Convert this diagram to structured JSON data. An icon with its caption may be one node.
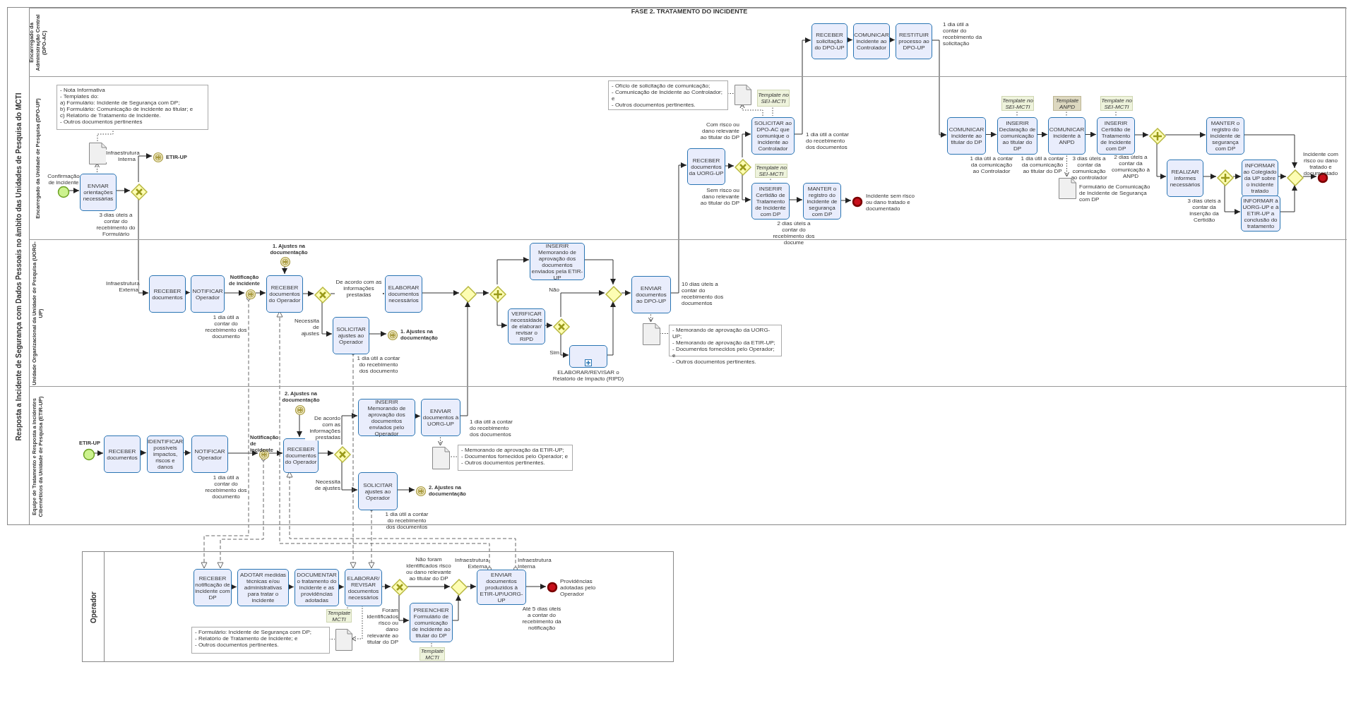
{
  "diagram": {
    "title": "FASE 2. TRATAMENTO DO INCIDENTE",
    "nodes": [
      {
        "text": [
          "Resposta a Incidente de Segurança com Dados Pessoais no âmbito das Unidades de Pesquisa do MCTI"
        ]
      },
      {
        "text": [
          "Encarregado da Administração Central (DPO-AC)"
        ],
        "in": 0
      },
      {
        "text": [
          "Encarregado da Unidade de Pesquisa (DPO-UP)"
        ],
        "in": 0
      },
      {
        "text": [
          "Unidade Organizacional da Unidade de Pesquisa (UORG-UP)"
        ],
        "in": 0
      },
      {
        "text": [
          "Equipe de Tratamento e Resposta a Incidentes Cibernéticos da Unidade de Pesquisa (ETIR-UP)"
        ],
        "in": 0
      },
      {
        "text": [
          "Operador"
        ]
      },
      {
        "text": [
          "RECEBER solicitação do DPO-UP"
        ],
        "in": 1
      },
      {
        "text": [
          "COMUNICAR incidente ao Controlador"
        ],
        "in": 1
      },
      {
        "text": [
          "RESTITUIR processo ao DPO-UP"
        ],
        "in": 1,
        "beside": [
          "1 dia útil a contar do recebimento da solicitação"
        ]
      },
      {
        "text": [
          "- Nota Informativa",
          "- Templates do:",
          "a) Formulário: Incidente de Segurança com DP;",
          "b) Formulário: Comunicação de incidente ao titular; e",
          "c) Relatório de Tratamento de Incidente.",
          "- Outros documentos pertinentes"
        ],
        "in": 2
      },
      {
        "text": [],
        "shape": "document",
        "in": 2
      },
      {
        "text": [],
        "shape": "circle",
        "in": 2,
        "beside": [
          "Confirmação de incidente"
        ]
      },
      {
        "text": [
          "ENVIAR orientações necessárias"
        ],
        "in": 2,
        "beside": [
          "3 dias úteis a contar do recebimento do Formulário"
        ]
      },
      {
        "text": [],
        "shape": "diamond",
        "in": 2
      },
      {
        "text": [],
        "shape": "circle",
        "in": 2,
        "beside": [
          "ETIR-UP"
        ]
      },
      {
        "text": [
          "- Ofício de solicitação de comunicação;",
          "- Comunicação de Incidente ao Controlador; e",
          "- Outros documentos pertinentes."
        ],
        "in": 2
      },
      {
        "text": [],
        "shape": "document",
        "in": 2
      },
      {
        "text": [
          "Template no SEI-MCTI"
        ],
        "in": 2
      },
      {
        "text": [
          "RECEBER documentos da UORG-UP"
        ],
        "in": 2
      },
      {
        "text": [],
        "shape": "diamond",
        "in": 2
      },
      {
        "text": [
          "SOLICITAR ao DPO-AC que comunique o incidente ao Controlador"
        ],
        "in": 2,
        "beside": [
          "1 dia útil a contar do recebimento dos documentos"
        ]
      },
      {
        "text": [
          "Template no SEI-MCTI"
        ],
        "in": 2
      },
      {
        "text": [
          "INSERIR Certidão de Tratamento de Incidente com DP"
        ],
        "in": 2,
        "beside": [
          "2 dias úteis a contar do recebimento dos docume"
        ]
      },
      {
        "text": [
          "MANTER o registro do incidente de segurança com DP"
        ],
        "in": 2
      },
      {
        "text": [],
        "shape": "circle",
        "in": 2,
        "beside": [
          "Incidente sem risco ou dano tratado e documentado"
        ]
      },
      {
        "text": [
          "COMUNICAR incidente ao titular do DP"
        ],
        "in": 2,
        "beside": [
          "1 dia útil a contar da comunicação ao Controlador"
        ]
      },
      {
        "text": [
          "Template no SEI-MCTI"
        ],
        "in": 2
      },
      {
        "text": [
          "INSERIR Declaração de comunicação ao titular do DP"
        ],
        "in": 2,
        "beside": [
          "1 dia útil a contar da comunicação ao titular do DP"
        ]
      },
      {
        "text": [
          "Template ANPD"
        ],
        "in": 2
      },
      {
        "text": [
          "COMUNICAR incidente à ANPD"
        ],
        "in": 2,
        "beside": [
          "3 dias úteis a contar da comunicação ao controlador"
        ]
      },
      {
        "text": [],
        "shape": "document",
        "in": 2,
        "beside": [
          "Formulário de Comunicação de Incidente de Segurança com DP"
        ]
      },
      {
        "text": [
          "Template no SEI-MCTI"
        ],
        "in": 2
      },
      {
        "text": [
          "INSERIR Certidão de Tratamento de Incidente com DP"
        ],
        "in": 2,
        "beside": [
          "2 dias úteis a contar da comunicação à ANPD"
        ]
      },
      {
        "text": [],
        "shape": "diamond",
        "in": 2
      },
      {
        "text": [
          "MANTER o registro do incidente de segurança com DP"
        ],
        "in": 2
      },
      {
        "text": [
          "REALIZAR informes necessários"
        ],
        "in": 2,
        "beside": [
          "3 dias úteis a contar da inserção da Certidão"
        ]
      },
      {
        "text": [],
        "shape": "diamond",
        "in": 2
      },
      {
        "text": [
          "INFORMAR ao Colegiado da UP sobre o incidente tratado"
        ],
        "in": 2
      },
      {
        "text": [
          "INFORMAR à UORG-UP e à ETIR-UP a conclusão do tratamento"
        ],
        "in": 2
      },
      {
        "text": [],
        "shape": "diamond",
        "in": 2
      },
      {
        "text": [],
        "shape": "circle",
        "in": 2,
        "beside": [
          "Incidente com risco ou dano tratado e documentado"
        ]
      },
      {
        "text": [
          "RECEBER documentos"
        ],
        "in": 3
      },
      {
        "text": [
          "NOTIFICAR Operador"
        ],
        "in": 3,
        "beside": [
          "1 dia útil a contar do recebimento dos documento"
        ]
      },
      {
        "text": [],
        "shape": "circle",
        "in": 3,
        "beside": [
          "Notificação de incidente"
        ]
      },
      {
        "text": [],
        "shape": "circle",
        "in": 3,
        "beside": [
          "1. Ajustes na documentação"
        ]
      },
      {
        "text": [
          "RECEBER documentos do Operador"
        ],
        "in": 3
      },
      {
        "text": [],
        "shape": "diamond",
        "in": 3
      },
      {
        "text": [
          "ELABORAR documentos necessários"
        ],
        "in": 3
      },
      {
        "text": [
          "SOLICITAR ajustes ao Operador"
        ],
        "in": 3,
        "beside": [
          "1 dia útil a contar do recebimento dos documento"
        ]
      },
      {
        "text": [],
        "shape": "circle",
        "in": 3,
        "beside": [
          "1. Ajustes na documentação"
        ]
      },
      {
        "text": [],
        "shape": "diamond",
        "in": 3
      },
      {
        "text": [],
        "shape": "diamond",
        "in": 3
      },
      {
        "text": [
          "INSERIR Memorando de aprovação dos documentos enviados pela ETIR-UP"
        ],
        "in": 3
      },
      {
        "text": [
          "VERIFICAR necessidade de elaborar/ revisar o RIPD"
        ],
        "in": 3
      },
      {
        "text": [],
        "shape": "diamond",
        "in": 3
      },
      {
        "text": [
          "ELABORAR/REVISAR o Relatório de Impacto (RIPD)"
        ],
        "in": 3
      },
      {
        "text": [],
        "shape": "diamond",
        "in": 3
      },
      {
        "text": [
          "ENVIAR documentos ao DPO-UP"
        ],
        "in": 3,
        "beside": [
          "10 dias úteis a contar do recebimento dos documentos"
        ]
      },
      {
        "text": [],
        "shape": "document",
        "in": 3
      },
      {
        "text": [
          "- Memorando de aprovação da UORG-UP;",
          "- Memorando de aprovação da ETIR-UP;",
          "- Documentos fornecidos pelo Operador; e",
          "- Outros documentos pertinentes."
        ],
        "in": 3
      },
      {
        "text": [],
        "shape": "circle",
        "in": 4,
        "beside": [
          "ETIR-UP"
        ]
      },
      {
        "text": [
          "RECEBER documentos"
        ],
        "in": 4
      },
      {
        "text": [
          "IDENTIFICAR possíveis impactos, riscos e danos"
        ],
        "in": 4
      },
      {
        "text": [
          "NOTIFICAR Operador"
        ],
        "in": 4,
        "beside": [
          "1 dia útil a contar do recebimento dos documento"
        ]
      },
      {
        "text": [],
        "shape": "circle",
        "in": 4,
        "beside": [
          "Notificação de incidente"
        ]
      },
      {
        "text": [],
        "shape": "circle",
        "in": 4,
        "beside": [
          "2. Ajustes na documentação"
        ]
      },
      {
        "text": [
          "RECEBER documentos do Operador"
        ],
        "in": 4
      },
      {
        "text": [],
        "shape": "diamond",
        "in": 4
      },
      {
        "text": [
          "INSERIR Memorando de aprovação dos documentos enviados pelo Operador"
        ],
        "in": 4
      },
      {
        "text": [
          "ENVIAR documentos à UORG-UP"
        ],
        "in": 4,
        "beside": [
          "1 dia útil a contar do recebimento dos documentos"
        ]
      },
      {
        "text": [],
        "shape": "document",
        "in": 4
      },
      {
        "text": [
          "- Memorando de aprovação da ETIR-UP;",
          "- Documentos fornecidos pelo Operador; e",
          "- Outros documentos pertinentes."
        ],
        "in": 4
      },
      {
        "text": [
          "SOLICITAR ajustes ao Operador"
        ],
        "in": 4,
        "beside": [
          "1 dia útil a contar do recebimento dos documentos"
        ]
      },
      {
        "text": [],
        "shape": "circle",
        "in": 4,
        "beside": [
          "2. Ajustes na documentação"
        ]
      },
      {
        "text": [
          "RECEBER notificação de incidente com DP"
        ],
        "in": 5
      },
      {
        "text": [
          "ADOTAR medidas técnicas e/ou administrativas para tratar o incidente"
        ],
        "in": 5
      },
      {
        "text": [
          "DOCUMENTAR o tratamento do incidente e as providências adotadas"
        ],
        "in": 5
      },
      {
        "text": [
          "ELABORAR/ REVISAR documentos necessários"
        ],
        "in": 5
      },
      {
        "text": [
          "Template MCTI"
        ],
        "in": 5
      },
      {
        "text": [
          "- Formulário: Incidente de Segurança com DP;",
          "- Relatório de Tratamento de Incidente; e",
          "- Outros documentos pertinentes."
        ],
        "in": 5
      },
      {
        "text": [],
        "shape": "document",
        "in": 5
      },
      {
        "text": [],
        "shape": "diamond",
        "in": 5
      },
      {
        "text": [
          "PREENCHER Formulário de comunicação de incidente ao titular do DP"
        ],
        "in": 5
      },
      {
        "text": [
          "Template MCTI"
        ],
        "in": 5
      },
      {
        "text": [],
        "shape": "diamond",
        "in": 5
      },
      {
        "text": [
          "ENVIAR documentos produzidos à ETIR-UP/UORG-UP"
        ],
        "in": 5,
        "beside": [
          "Até 5 dias úteis a contar do recebimento da notificação"
        ]
      },
      {
        "text": [],
        "shape": "circle",
        "in": 5,
        "beside": [
          "Providências adotadas pelo Operador"
        ]
      }
    ],
    "edges": [
      {
        "from": 11,
        "to": 12,
        "arrow": "to"
      },
      {
        "from": 12,
        "to": 10,
        "arrow": "to",
        "style": "dashed"
      },
      {
        "from": 9,
        "to": 10,
        "arrow": "none",
        "style": "dashed"
      },
      {
        "from": 12,
        "to": 13,
        "arrow": "to"
      },
      {
        "from": 13,
        "to": 14,
        "arrow": "to",
        "label": "Infraestrutura Interna"
      },
      {
        "from": 13,
        "to": 41,
        "arrow": "to",
        "label": "Infraestrutura Externa"
      },
      {
        "from": 41,
        "to": 42,
        "arrow": "to"
      },
      {
        "from": 42,
        "to": 43,
        "arrow": "to"
      },
      {
        "from": 43,
        "to": 45,
        "arrow": "to"
      },
      {
        "from": 44,
        "to": 45,
        "arrow": "to"
      },
      {
        "from": 45,
        "to": 46,
        "arrow": "to"
      },
      {
        "from": 46,
        "to": 47,
        "arrow": "to",
        "label": "De acordo com as informações prestadas"
      },
      {
        "from": 46,
        "to": 48,
        "arrow": "to",
        "label": "Necessita de ajustes"
      },
      {
        "from": 48,
        "to": 49,
        "arrow": "to"
      },
      {
        "from": 47,
        "to": 50,
        "arrow": "to"
      },
      {
        "from": 69,
        "to": 50,
        "arrow": "to"
      },
      {
        "from": 50,
        "to": 51,
        "arrow": "to"
      },
      {
        "from": 51,
        "to": 52,
        "arrow": "to"
      },
      {
        "from": 51,
        "to": 53,
        "arrow": "to"
      },
      {
        "from": 53,
        "to": 54,
        "arrow": "to"
      },
      {
        "from": 54,
        "to": 56,
        "arrow": "to",
        "label": "Não"
      },
      {
        "from": 54,
        "to": 55,
        "arrow": "to",
        "label": "Sim"
      },
      {
        "from": 55,
        "to": 56,
        "arrow": "to"
      },
      {
        "from": 52,
        "to": 56,
        "arrow": "to"
      },
      {
        "from": 56,
        "to": 57,
        "arrow": "to"
      },
      {
        "from": 57,
        "to": 58,
        "arrow": "to",
        "style": "dashed"
      },
      {
        "from": 59,
        "to": 58,
        "arrow": "none",
        "style": "dashed"
      },
      {
        "from": 57,
        "to": 18,
        "arrow": "to"
      },
      {
        "from": 18,
        "to": 19,
        "arrow": "to"
      },
      {
        "from": 19,
        "to": 20,
        "arrow": "to",
        "label": "Com risco ou dano relevante ao titular do DP"
      },
      {
        "from": 19,
        "to": 22,
        "arrow": "to",
        "label": "Sem risco ou dano relevante ao titular do DP"
      },
      {
        "from": 20,
        "to": 16,
        "arrow": "to",
        "style": "dashed"
      },
      {
        "from": 15,
        "to": 16,
        "arrow": "none",
        "style": "dashed"
      },
      {
        "from": 17,
        "to": 20,
        "arrow": "none",
        "style": "dashed"
      },
      {
        "from": 21,
        "to": 22,
        "arrow": "none",
        "style": "dashed"
      },
      {
        "from": 22,
        "to": 23,
        "arrow": "to"
      },
      {
        "from": 23,
        "to": 24,
        "arrow": "to"
      },
      {
        "from": 20,
        "to": 6,
        "arrow": "to"
      },
      {
        "from": 6,
        "to": 7,
        "arrow": "to"
      },
      {
        "from": 7,
        "to": 8,
        "arrow": "to"
      },
      {
        "from": 8,
        "to": 25,
        "arrow": "to"
      },
      {
        "from": 25,
        "to": 27,
        "arrow": "to"
      },
      {
        "from": 26,
        "to": 27,
        "arrow": "none",
        "style": "dashed"
      },
      {
        "from": 27,
        "to": 29,
        "arrow": "to"
      },
      {
        "from": 28,
        "to": 29,
        "arrow": "none",
        "style": "dashed"
      },
      {
        "from": 29,
        "to": 30,
        "arrow": "to",
        "style": "dashed"
      },
      {
        "from": 29,
        "to": 32,
        "arrow": "to"
      },
      {
        "from": 31,
        "to": 32,
        "arrow": "none",
        "style": "dashed"
      },
      {
        "from": 32,
        "to": 33,
        "arrow": "to"
      },
      {
        "from": 33,
        "to": 34,
        "arrow": "to"
      },
      {
        "from": 33,
        "to": 35,
        "arrow": "to"
      },
      {
        "from": 35,
        "to": 36,
        "arrow": "to"
      },
      {
        "from": 36,
        "to": 37,
        "arrow": "to"
      },
      {
        "from": 36,
        "to": 38,
        "arrow": "to"
      },
      {
        "from": 37,
        "to": 39,
        "arrow": "to"
      },
      {
        "from": 38,
        "to": 39,
        "arrow": "to"
      },
      {
        "from": 34,
        "to": 39,
        "arrow": "to"
      },
      {
        "from": 39,
        "to": 40,
        "arrow": "to"
      },
      {
        "from": 60,
        "to": 61,
        "arrow": "to"
      },
      {
        "from": 61,
        "to": 62,
        "arrow": "to"
      },
      {
        "from": 62,
        "to": 63,
        "arrow": "to"
      },
      {
        "from": 63,
        "to": 64,
        "arrow": "to"
      },
      {
        "from": 64,
        "to": 66,
        "arrow": "to"
      },
      {
        "from": 65,
        "to": 66,
        "arrow": "to"
      },
      {
        "from": 66,
        "to": 67,
        "arrow": "to"
      },
      {
        "from": 67,
        "to": 68,
        "arrow": "to",
        "label": "De acordo com as informações prestadas"
      },
      {
        "from": 67,
        "to": 72,
        "arrow": "to",
        "label": "Necessita de ajustes"
      },
      {
        "from": 68,
        "to": 69,
        "arrow": "to"
      },
      {
        "from": 69,
        "to": 70,
        "arrow": "to",
        "style": "dashed"
      },
      {
        "from": 71,
        "to": 70,
        "arrow": "none",
        "style": "dashed"
      },
      {
        "from": 72,
        "to": 73,
        "arrow": "to"
      },
      {
        "from": 43,
        "to": 74,
        "arrow": "to",
        "style": "dashed"
      },
      {
        "from": 64,
        "to": 74,
        "arrow": "to",
        "style": "dashed"
      },
      {
        "from": 48,
        "to": 77,
        "arrow": "to",
        "style": "dashed"
      },
      {
        "from": 72,
        "to": 77,
        "arrow": "to",
        "style": "dashed"
      },
      {
        "from": 74,
        "to": 75,
        "arrow": "to"
      },
      {
        "from": 75,
        "to": 76,
        "arrow": "to"
      },
      {
        "from": 76,
        "to": 77,
        "arrow": "to"
      },
      {
        "from": 78,
        "to": 77,
        "arrow": "none",
        "style": "dashed"
      },
      {
        "from": 77,
        "to": 80,
        "arrow": "to",
        "style": "dashed"
      },
      {
        "from": 79,
        "to": 80,
        "arrow": "none",
        "style": "dashed"
      },
      {
        "from": 77,
        "to": 81,
        "arrow": "to"
      },
      {
        "from": 81,
        "to": 84,
        "arrow": "to",
        "label": "Não foram identificados risco ou dano relevante ao titular do DP"
      },
      {
        "from": 81,
        "to": 82,
        "arrow": "to",
        "label": "Foram identificados risco ou dano relevante ao titular do DP"
      },
      {
        "from": 83,
        "to": 82,
        "arrow": "none",
        "style": "dashed"
      },
      {
        "from": 82,
        "to": 84,
        "arrow": "to"
      },
      {
        "from": 84,
        "to": 85,
        "arrow": "to"
      },
      {
        "from": 85,
        "to": 86,
        "arrow": "to"
      },
      {
        "from": 85,
        "to": 45,
        "arrow": "to",
        "style": "dashed",
        "label": "Infraestrutura Externa"
      },
      {
        "from": 85,
        "to": 66,
        "arrow": "to",
        "style": "dashed",
        "label": "Infraestrutura Interna"
      }
    ]
  }
}
